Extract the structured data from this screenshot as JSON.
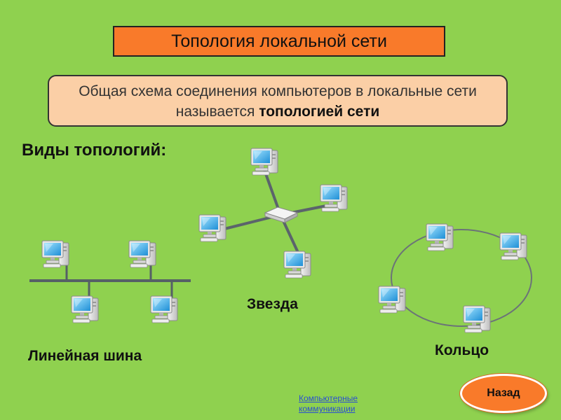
{
  "title": "Топология локальной сети",
  "definition": {
    "text": "Общая схема соединения компьютеров в локальные сети называется",
    "emphasis": "топологией сети"
  },
  "types_heading": "Виды топологий:",
  "topologies": {
    "bus": "Линейная шина",
    "star": "Звезда",
    "ring": "Кольцо"
  },
  "link": {
    "line1": "Компьютерные",
    "line2": "коммуникации"
  },
  "back_button": "Назад",
  "colors": {
    "background": "#8fd14f",
    "title_fill": "#f97a2a",
    "definition_fill": "#fbcfa6",
    "button_fill": "#f97a2a"
  },
  "icons": [
    "computer-icon",
    "hub-icon"
  ]
}
